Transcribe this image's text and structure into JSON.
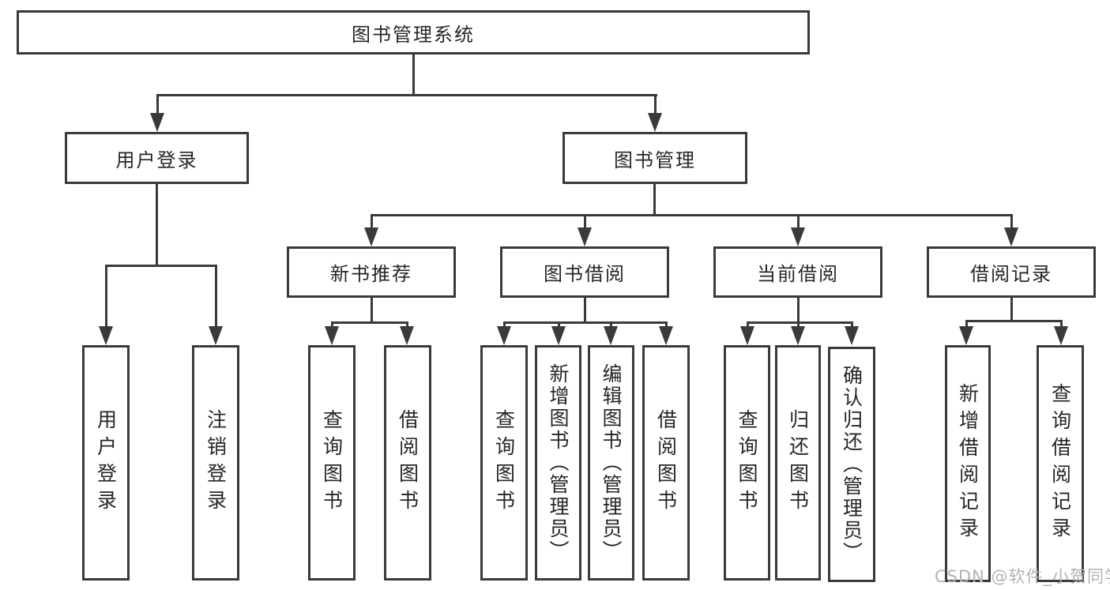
{
  "diagram": {
    "background": "#ffffff",
    "line_color": "#3a3a3a",
    "text_color": "#262626",
    "tree": {
      "root": {
        "label": "图书管理系统"
      },
      "branches": [
        {
          "label": "用户登录",
          "children": [
            {
              "label": "用户登录"
            },
            {
              "label": "注销登录"
            }
          ]
        },
        {
          "label": "图书管理",
          "groups": [
            {
              "label": "新书推荐",
              "children": [
                {
                  "label": "查询图书"
                },
                {
                  "label": "借阅图书"
                }
              ]
            },
            {
              "label": "图书借阅",
              "children": [
                {
                  "label": "查询图书"
                },
                {
                  "label": "新增图书（管理员）"
                },
                {
                  "label": "编辑图书（管理员）"
                },
                {
                  "label": "借阅图书"
                }
              ]
            },
            {
              "label": "当前借阅",
              "children": [
                {
                  "label": "查询图书"
                },
                {
                  "label": "归还图书"
                },
                {
                  "label": "确认归还（管理员）"
                }
              ]
            },
            {
              "label": "借阅记录",
              "children": [
                {
                  "label": "新增借阅记录"
                },
                {
                  "label": "查询借阅记录"
                }
              ]
            }
          ]
        }
      ]
    },
    "watermark": {
      "text": "CSDN @软件_小贺同学",
      "color": "#b3b3b3"
    }
  }
}
